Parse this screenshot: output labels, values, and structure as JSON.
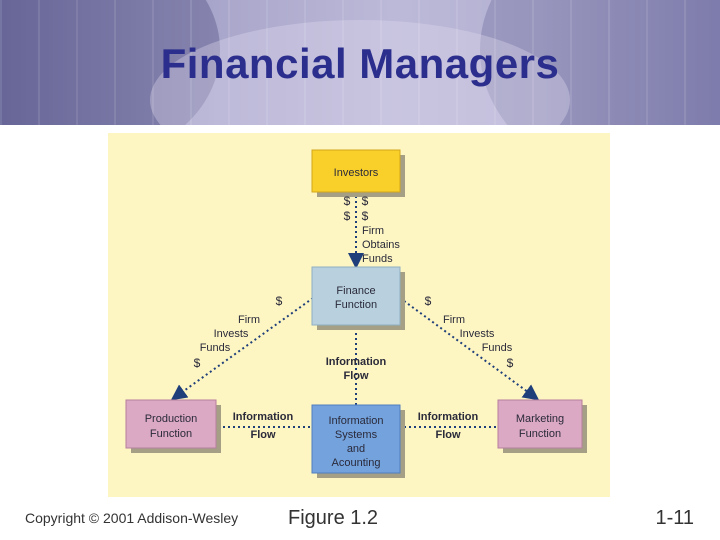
{
  "slide_title": "Financial Managers",
  "boxes": {
    "investors": "Investors",
    "finance": [
      "Finance",
      "Function"
    ],
    "production": [
      "Production",
      "Function"
    ],
    "info_systems": [
      "Information",
      "Systems",
      "and",
      "Acounting"
    ],
    "marketing": [
      "Marketing",
      "Function"
    ]
  },
  "labels": {
    "dollar": "$",
    "firm_obtains_funds": [
      "Firm",
      "Obtains",
      "Funds"
    ],
    "firm_invests_funds": [
      "Firm",
      "Invests",
      "Funds"
    ],
    "information_flow": [
      "Information",
      "Flow"
    ]
  },
  "footer": {
    "copyright": "Copyright © 2001 Addison-Wesley",
    "figure": "Figure 1.2",
    "page": "1-11"
  },
  "colors": {
    "title": "#2b2e8c",
    "panel_background": "#fdf5c2",
    "investors_box": "#f9cf2a",
    "finance_box": "#b9d1de",
    "production_box": "#dca9c4",
    "marketing_box": "#dca9c4",
    "info_systems_box": "#74a2dd",
    "flow_lines": "#1f3f7a"
  }
}
